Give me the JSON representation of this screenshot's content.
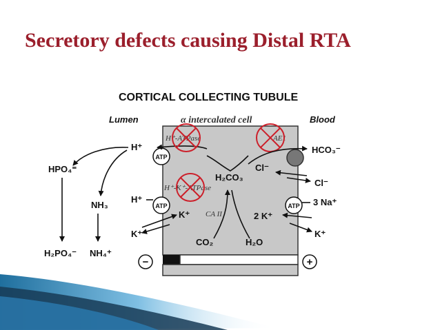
{
  "slide": {
    "title": "Secretory defects causing Distal RTA"
  },
  "diagram": {
    "header": "CORTICAL COLLECTING TUBULE",
    "lumen_label": "Lumen",
    "cell_label": "α intercalated cell",
    "blood_label": "Blood",
    "pump_top_label": "H⁺-ATPase",
    "pump_middle_label": "H⁺-K⁺-ATPase",
    "exchanger_label": "AE1",
    "enzyme_label": "CA II",
    "atp_label": "ATP",
    "lumen_side": {
      "h_top": "H⁺",
      "hpo4": "HPO₄⁼",
      "nh3": "NH₃",
      "h_mid": "H⁺",
      "k_left": "K⁺",
      "h2po4": "H₂PO₄⁻",
      "nh4": "NH₄⁺",
      "k_inside": "K⁺",
      "minus_sign": "−"
    },
    "cell_interior": {
      "h2co3": "H₂CO₃",
      "co2": "CO₂",
      "h2o": "H₂O",
      "cl_inside": "Cl⁻",
      "k_inside_right": "2 K⁺"
    },
    "blood_side": {
      "hco3": "HCO₃⁻",
      "cl": "Cl⁻",
      "na": "3 Na⁺",
      "k": "K⁺",
      "plus_sign": "+"
    },
    "defect_color": "#cc1f2a"
  }
}
